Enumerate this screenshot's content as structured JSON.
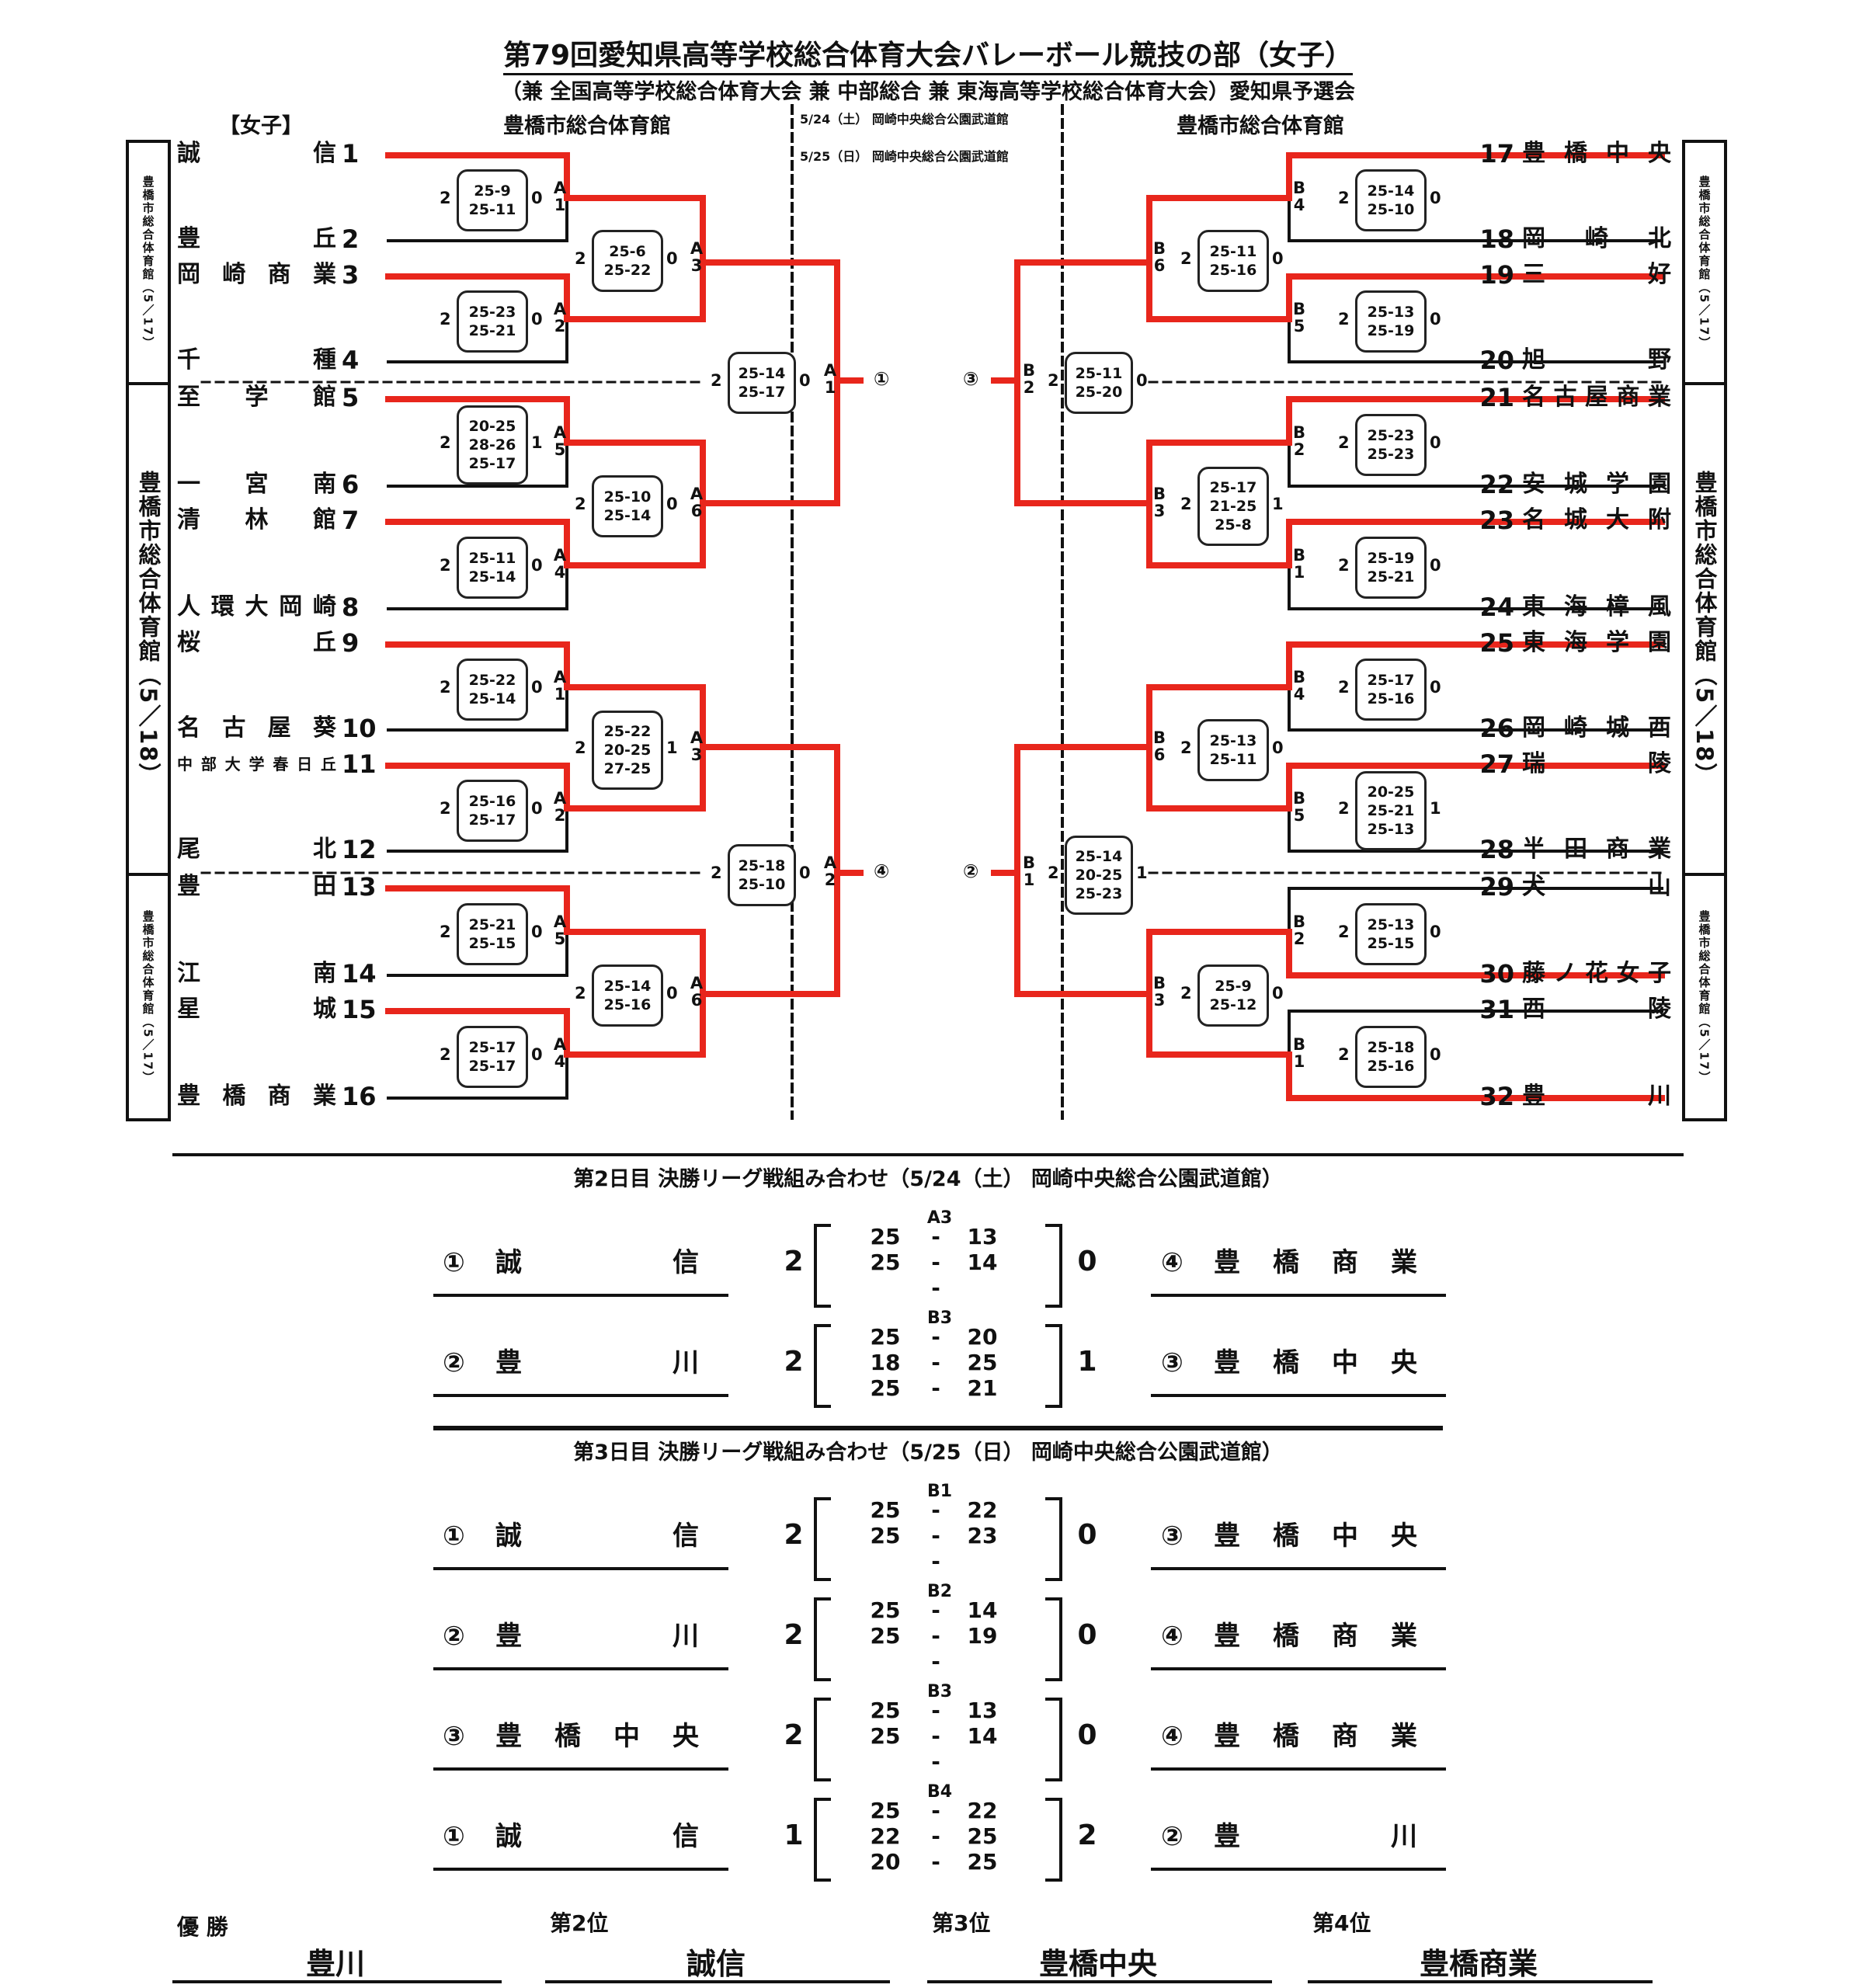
{
  "title": "第79回愛知県高等学校総合体育大会バレーボール競技の部（女子）",
  "subtitle": "（兼 全国高等学校総合体育大会 兼 中部総合 兼 東海高等学校総合体育大会）愛知県予選会",
  "gender_label": "【女子】",
  "venue_left": "豊橋市総合体育館",
  "venue_right": "豊橋市総合体育館",
  "schedule": [
    "5/24（土） 岡崎中央総合公園武道館",
    "5/25（日） 岡崎中央総合公園武道館"
  ],
  "side_labels": {
    "left_top": "豊橋市総合体育館（5／17）",
    "left_mid": "豊橋市総合体育館（5／18）",
    "left_bot": "豊橋市総合体育館（5／17）",
    "right_top": "豊橋市総合体育館（5／17）",
    "right_mid": "豊橋市総合体育館（5／18）",
    "right_bot": "豊橋市総合体育館（5／17）"
  },
  "left_teams": [
    {
      "no": "1",
      "name": "誠信"
    },
    {
      "no": "2",
      "name": "豊丘"
    },
    {
      "no": "3",
      "name": "岡崎商業"
    },
    {
      "no": "4",
      "name": "千種"
    },
    {
      "no": "5",
      "name": "至学館"
    },
    {
      "no": "6",
      "name": "一宮南"
    },
    {
      "no": "7",
      "name": "清林館"
    },
    {
      "no": "8",
      "name": "人環大岡崎"
    },
    {
      "no": "9",
      "name": "桜丘"
    },
    {
      "no": "10",
      "name": "名古屋葵"
    },
    {
      "no": "11",
      "name": "中部大学春日丘"
    },
    {
      "no": "12",
      "name": "尾北"
    },
    {
      "no": "13",
      "name": "豊田"
    },
    {
      "no": "14",
      "name": "江南"
    },
    {
      "no": "15",
      "name": "星城"
    },
    {
      "no": "16",
      "name": "豊橋商業"
    }
  ],
  "right_teams": [
    {
      "no": "17",
      "name": "豊橋中央"
    },
    {
      "no": "18",
      "name": "岡崎北"
    },
    {
      "no": "19",
      "name": "三好"
    },
    {
      "no": "20",
      "name": "旭野"
    },
    {
      "no": "21",
      "name": "名古屋商業"
    },
    {
      "no": "22",
      "name": "安城学園"
    },
    {
      "no": "23",
      "name": "名城大附"
    },
    {
      "no": "24",
      "name": "東海樟風"
    },
    {
      "no": "25",
      "name": "東海学園"
    },
    {
      "no": "26",
      "name": "岡崎城西"
    },
    {
      "no": "27",
      "name": "瑞陵"
    },
    {
      "no": "28",
      "name": "半田商業"
    },
    {
      "no": "29",
      "name": "犬山"
    },
    {
      "no": "30",
      "name": "藤ノ花女子"
    },
    {
      "no": "31",
      "name": "西陵"
    },
    {
      "no": "32",
      "name": "豊川"
    }
  ],
  "left_r1": [
    {
      "sets": [
        "25-9",
        "25-11"
      ],
      "w1": "2",
      "w2": "0",
      "court": "A1"
    },
    {
      "sets": [
        "25-23",
        "25-21"
      ],
      "w1": "2",
      "w2": "0",
      "court": "A2"
    },
    {
      "sets": [
        "20-25",
        "28-26",
        "25-17"
      ],
      "w1": "2",
      "w2": "1",
      "court": "A5"
    },
    {
      "sets": [
        "25-11",
        "25-14"
      ],
      "w1": "2",
      "w2": "0",
      "court": "A4"
    },
    {
      "sets": [
        "25-22",
        "25-14"
      ],
      "w1": "2",
      "w2": "0",
      "court": "A1"
    },
    {
      "sets": [
        "25-16",
        "25-17"
      ],
      "w1": "2",
      "w2": "0",
      "court": "A2"
    },
    {
      "sets": [
        "25-21",
        "25-15"
      ],
      "w1": "2",
      "w2": "0",
      "court": "A5"
    },
    {
      "sets": [
        "25-17",
        "25-17"
      ],
      "w1": "2",
      "w2": "0",
      "court": "A4"
    }
  ],
  "left_r2": [
    {
      "sets": [
        "25-6",
        "25-22"
      ],
      "w1": "2",
      "w2": "0",
      "court": "A3"
    },
    {
      "sets": [
        "25-10",
        "25-14"
      ],
      "w1": "2",
      "w2": "0",
      "court": "A6"
    },
    {
      "sets": [
        "25-22",
        "20-25",
        "27-25"
      ],
      "w1": "2",
      "w2": "1",
      "court": "A3"
    },
    {
      "sets": [
        "25-14",
        "25-16"
      ],
      "w1": "2",
      "w2": "0",
      "court": "A6"
    }
  ],
  "left_r3": [
    {
      "sets": [
        "25-14",
        "25-17"
      ],
      "w1": "2",
      "w2": "0",
      "court": "A1",
      "seed": "①"
    },
    {
      "sets": [
        "25-18",
        "25-10"
      ],
      "w1": "2",
      "w2": "0",
      "court": "A2",
      "seed": "④"
    }
  ],
  "right_r1": [
    {
      "sets": [
        "25-14",
        "25-10"
      ],
      "w1": "2",
      "w2": "0",
      "court": "B4"
    },
    {
      "sets": [
        "25-13",
        "25-19"
      ],
      "w1": "2",
      "w2": "0",
      "court": "B5"
    },
    {
      "sets": [
        "25-23",
        "25-23"
      ],
      "w1": "2",
      "w2": "0",
      "court": "B2"
    },
    {
      "sets": [
        "25-19",
        "25-21"
      ],
      "w1": "2",
      "w2": "0",
      "court": "B1"
    },
    {
      "sets": [
        "25-17",
        "25-16"
      ],
      "w1": "2",
      "w2": "0",
      "court": "B4"
    },
    {
      "sets": [
        "20-25",
        "25-21",
        "25-13"
      ],
      "w1": "2",
      "w2": "1",
      "court": "B5"
    },
    {
      "sets": [
        "25-13",
        "25-15"
      ],
      "w1": "2",
      "w2": "0",
      "court": "B2"
    },
    {
      "sets": [
        "25-18",
        "25-16"
      ],
      "w1": "2",
      "w2": "0",
      "court": "B1"
    }
  ],
  "right_r2": [
    {
      "sets": [
        "25-11",
        "25-16"
      ],
      "w1": "2",
      "w2": "0",
      "court": "B6"
    },
    {
      "sets": [
        "25-17",
        "21-25",
        "25-8"
      ],
      "w1": "2",
      "w2": "1",
      "court": "B3"
    },
    {
      "sets": [
        "25-13",
        "25-11"
      ],
      "w1": "2",
      "w2": "0",
      "court": "B6"
    },
    {
      "sets": [
        "25-9",
        "25-12"
      ],
      "w1": "2",
      "w2": "0",
      "court": "B3"
    }
  ],
  "right_r3": [
    {
      "sets": [
        "25-11",
        "25-20"
      ],
      "w1": "2",
      "w2": "0",
      "court": "B2",
      "seed": "③"
    },
    {
      "sets": [
        "25-14",
        "20-25",
        "25-23"
      ],
      "w1": "2",
      "w2": "1",
      "court": "B1",
      "seed": "②"
    }
  ],
  "day2": {
    "header": "第2日目 決勝リーグ戦組み合わせ（5/24（土） 岡崎中央総合公園武道館）",
    "matches": [
      {
        "code": "A3",
        "left": {
          "seed": "①",
          "name": "誠信"
        },
        "right": {
          "seed": "④",
          "name": "豊橋商業"
        },
        "lw": "2",
        "rw": "0",
        "a": [
          "25",
          "25",
          ""
        ],
        "b": [
          "13",
          "14",
          ""
        ],
        "d": [
          "-",
          "-",
          "-"
        ]
      },
      {
        "code": "B3",
        "left": {
          "seed": "②",
          "name": "豊川"
        },
        "right": {
          "seed": "③",
          "name": "豊橋中央"
        },
        "lw": "2",
        "rw": "1",
        "a": [
          "25",
          "18",
          "25"
        ],
        "b": [
          "20",
          "25",
          "21"
        ],
        "d": [
          "-",
          "-",
          "-"
        ]
      }
    ]
  },
  "day3": {
    "header": "第3日目 決勝リーグ戦組み合わせ（5/25（日） 岡崎中央総合公園武道館）",
    "matches": [
      {
        "code": "B1",
        "left": {
          "seed": "①",
          "name": "誠信"
        },
        "right": {
          "seed": "③",
          "name": "豊橋中央"
        },
        "lw": "2",
        "rw": "0",
        "a": [
          "25",
          "25",
          ""
        ],
        "b": [
          "22",
          "23",
          ""
        ],
        "d": [
          "-",
          "-",
          "-"
        ]
      },
      {
        "code": "B2",
        "left": {
          "seed": "②",
          "name": "豊川"
        },
        "right": {
          "seed": "④",
          "name": "豊橋商業"
        },
        "lw": "2",
        "rw": "0",
        "a": [
          "25",
          "25",
          ""
        ],
        "b": [
          "14",
          "19",
          ""
        ],
        "d": [
          "-",
          "-",
          "-"
        ]
      },
      {
        "code": "B3",
        "left": {
          "seed": "③",
          "name": "豊橋中央"
        },
        "right": {
          "seed": "④",
          "name": "豊橋商業"
        },
        "lw": "2",
        "rw": "0",
        "a": [
          "25",
          "25",
          ""
        ],
        "b": [
          "13",
          "14",
          ""
        ],
        "d": [
          "-",
          "-",
          "-"
        ]
      },
      {
        "code": "B4",
        "left": {
          "seed": "①",
          "name": "誠信"
        },
        "right": {
          "seed": "②",
          "name": "豊川"
        },
        "lw": "1",
        "rw": "2",
        "a": [
          "25",
          "22",
          "20"
        ],
        "b": [
          "22",
          "25",
          "25"
        ],
        "d": [
          "-",
          "-",
          "-"
        ]
      }
    ]
  },
  "ranking": [
    {
      "label": "優 勝",
      "name": "豊川"
    },
    {
      "label": "第2位",
      "name": "誠信"
    },
    {
      "label": "第3位",
      "name": "豊橋中央"
    },
    {
      "label": "第4位",
      "name": "豊橋商業"
    }
  ],
  "colors": {
    "win_line": "#e8261c",
    "line": "#111111"
  }
}
